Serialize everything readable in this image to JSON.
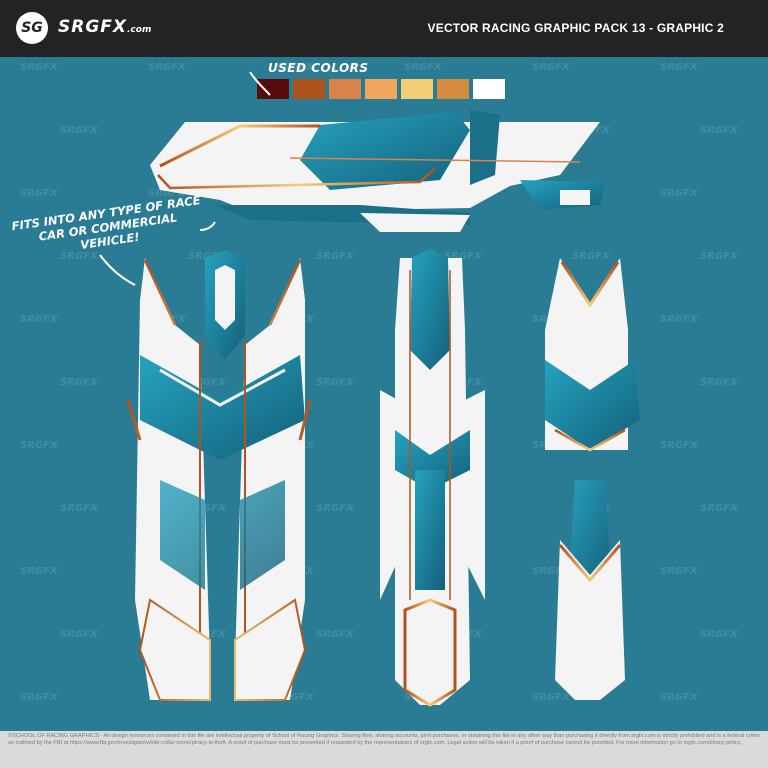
{
  "header": {
    "logo_letters": "SG",
    "brand": "SRGFX",
    "brand_suffix": ".com",
    "title": "VECTOR RACING GRAPHIC PACK 13 - GRAPHIC 2"
  },
  "used_colors": {
    "label": "USED COLORS",
    "swatches": [
      "#5a0a0a",
      "#b0521c",
      "#d9824a",
      "#f0a65c",
      "#f6cd77",
      "#d68a3e",
      "#ffffff"
    ]
  },
  "callout": "FITS INTO ANY TYPE OF RACE CAR OR COMMERCIAL VEHICLE!",
  "watermark": "SRGFX",
  "colors": {
    "background": "#2a7c95",
    "teal_dark": "#1c6f88",
    "teal_light": "#2aa7c4",
    "white": "#f4f4f4",
    "orange": "#d9824a"
  },
  "footer": {
    "text": "©SCHOOL OF RACING GRAPHICS - All design resources contained in this file are intellectual property of School of Racing Graphics. Sharing files, sharing accounts, joint purchases, or obtaining this file in any other way than purchasing it directly from srgfx.com is strictly prohibited and is a federal crime as outlined by the FBI at https://www.fbi.gov/investigate/white-collar-crime/piracy-ip-theft. A proof of purchase must be presented if requested by the representatives of srgfx.com. Legal action will be taken if a proof of purchase cannot be provided. For more information go to srgfx.com/piracy-policy."
  }
}
